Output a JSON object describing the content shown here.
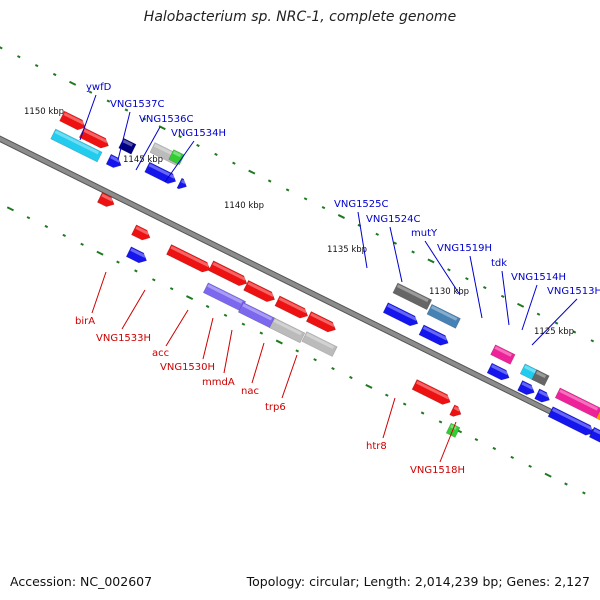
{
  "header": {
    "title": "Halobacterium sp. NRC-1, complete genome"
  },
  "footer": {
    "accession": "Accession: NC_002607",
    "summary": "Topology: circular; Length: 2,014,239 bp; Genes: 2,127"
  },
  "ticks": [
    "1150 kbp",
    "1145 kbp",
    "1140 kbp",
    "1135 kbp",
    "1130 kbp",
    "1125 kbp"
  ],
  "labels": {
    "plus": [
      "ywfD",
      "VNG1537C",
      "VNG1536C",
      "VNG1534H",
      "VNG1525C",
      "VNG1524C",
      "mutY",
      "VNG1519H",
      "tdk",
      "VNG1514H",
      "VNG1513H"
    ],
    "minus": [
      "birA",
      "VNG1533H",
      "acc",
      "VNG1530H",
      "mmdA",
      "nac",
      "trp6",
      "htr8",
      "VNG1518H"
    ]
  },
  "colors": {
    "backbone": "#8c8c8c",
    "tick": "#1f7a1f",
    "plus_label": "#0000cc",
    "minus_label": "#cc0000",
    "red": "#ee1111",
    "blue": "#1515ee",
    "gray": "#bbbbbb",
    "darkgray": "#666666",
    "steel": "#4682b4",
    "green": "#33cc33",
    "cyan": "#22ccee",
    "magenta": "#ee2299",
    "orange": "#ff9900",
    "purple": "#7b68ee",
    "navy": "#000080"
  }
}
